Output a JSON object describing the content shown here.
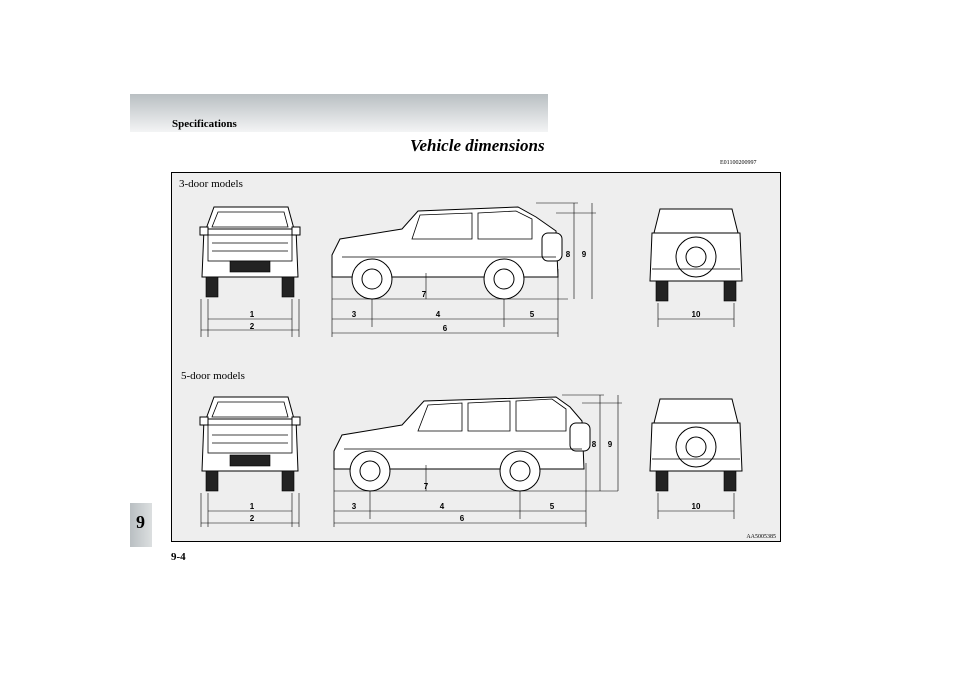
{
  "header": {
    "section": "Specifications",
    "title": "Vehicle dimensions",
    "ref_code": "E01100200997"
  },
  "footer": {
    "page_number": "9-4",
    "chapter_tab": "9"
  },
  "figure": {
    "code": "AA5005385",
    "groups": [
      {
        "caption": "3-door models",
        "labels": [
          "1",
          "2",
          "3",
          "4",
          "5",
          "6",
          "7",
          "8",
          "9",
          "10"
        ]
      },
      {
        "caption": "5-door models",
        "labels": [
          "1",
          "2",
          "3",
          "4",
          "5",
          "6",
          "7",
          "8",
          "9",
          "10"
        ]
      }
    ]
  }
}
